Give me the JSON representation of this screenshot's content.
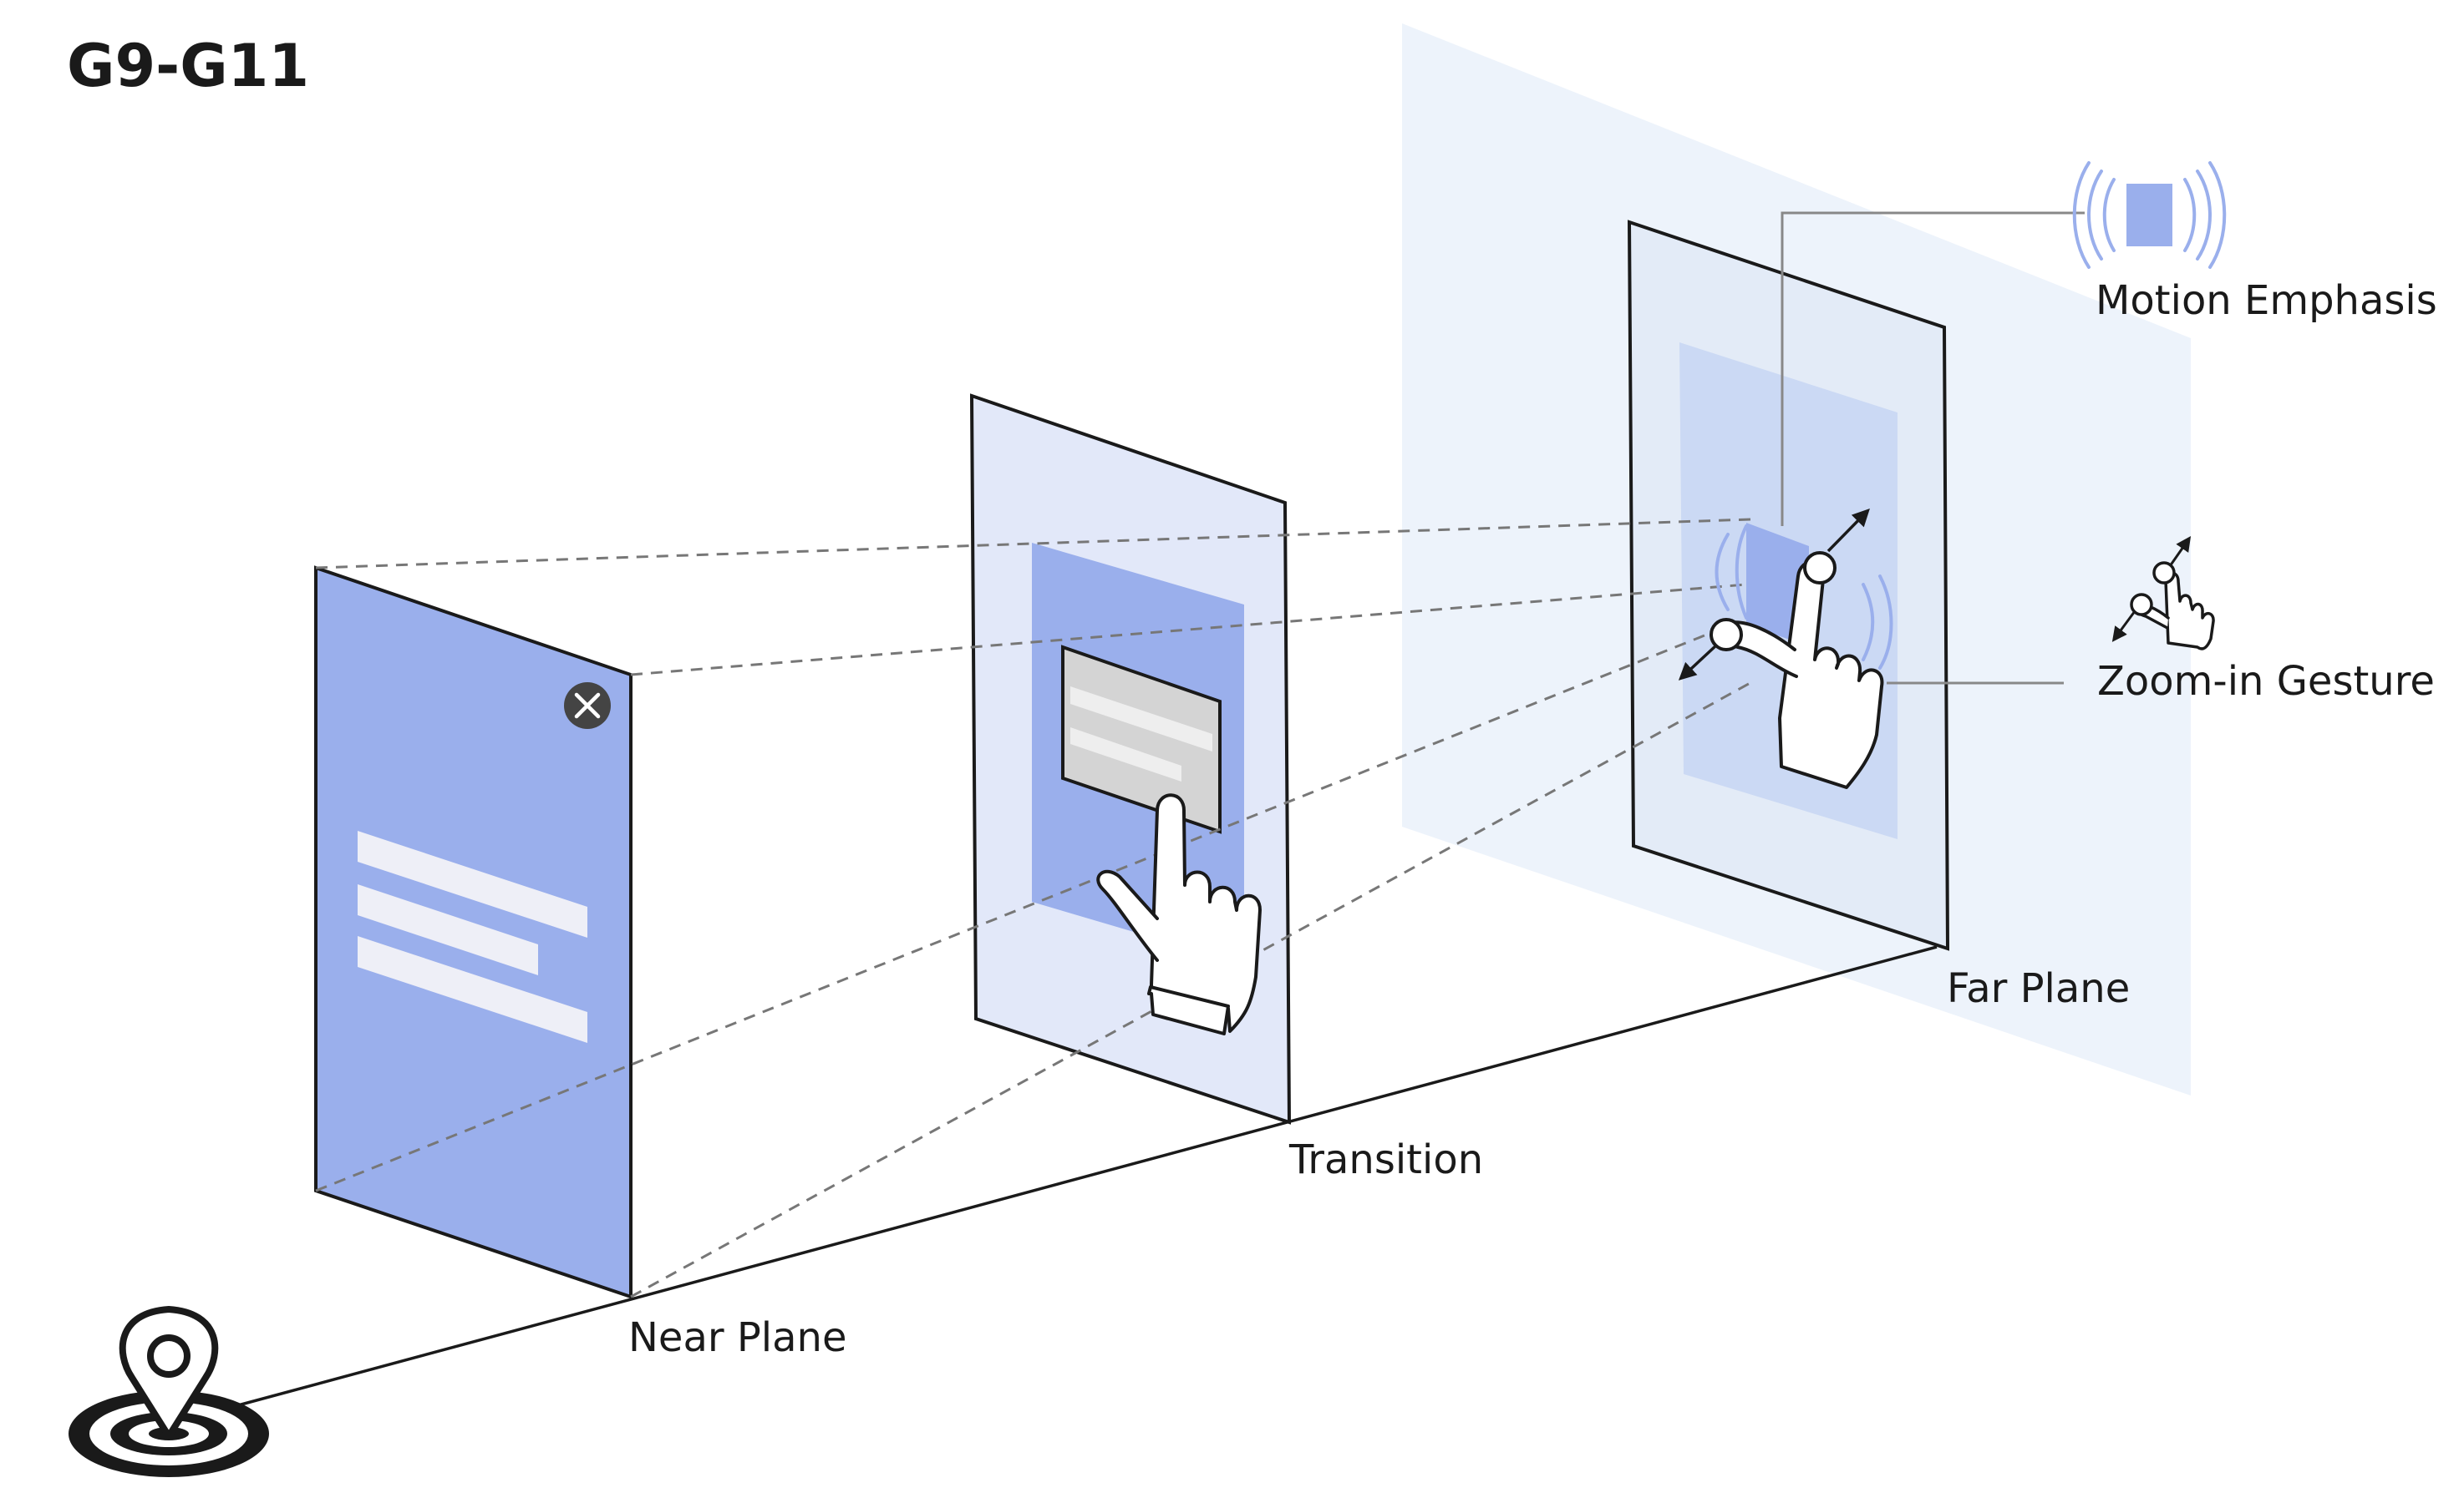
{
  "title": "G9-G11",
  "labels": {
    "near_plane": "Near Plane",
    "transition": "Transition",
    "far_plane": "Far Plane",
    "motion_emphasis": "Motion Emphasis",
    "zoom_gesture": "Zoom-in Gesture"
  },
  "icons": {
    "viewer": "location-pin-target-icon",
    "close": "close-icon",
    "tap": "pointing-hand-icon",
    "pinch": "pinch-zoom-hand-icon",
    "motion": "vibrating-phone-icon"
  },
  "colors": {
    "near_panel": "#9aafec",
    "transition_panel": "#e2e8f9",
    "transition_inner": "#9aafec",
    "far_backdrop": "#edf3fb",
    "far_panel": "#e3ebf7",
    "far_inner": "#cbd9f4",
    "stroke": "#1a1a1a"
  }
}
